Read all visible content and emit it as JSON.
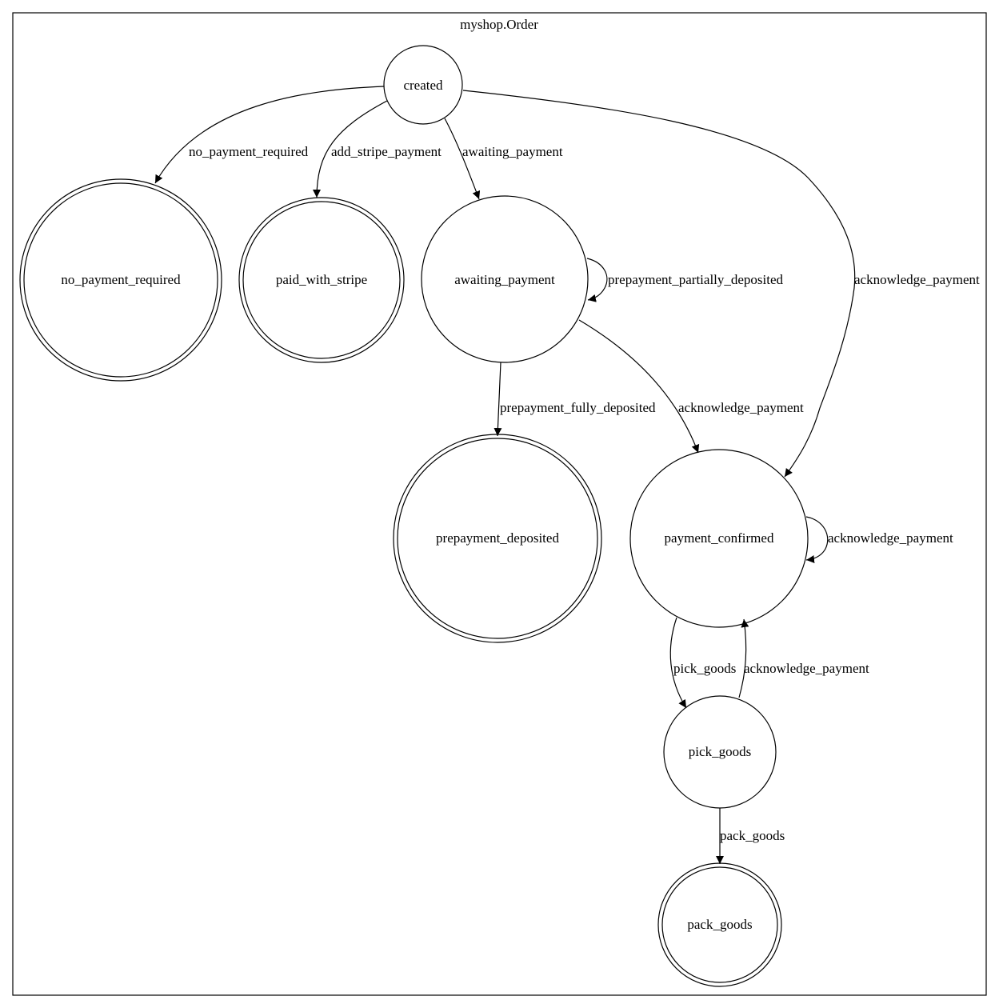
{
  "diagram": {
    "title": "myshop.Order",
    "nodes": {
      "created": "created",
      "no_payment_required": "no_payment_required",
      "paid_with_stripe": "paid_with_stripe",
      "awaiting_payment": "awaiting_payment",
      "prepayment_deposited": "prepayment_deposited",
      "payment_confirmed": "payment_confirmed",
      "pick_goods": "pick_goods",
      "pack_goods": "pack_goods"
    },
    "edges": {
      "created_no_payment_required": "no_payment_required",
      "created_paid_with_stripe": "add_stripe_payment",
      "created_awaiting_payment": "awaiting_payment",
      "created_payment_confirmed": "acknowledge_payment",
      "awaiting_self": "prepayment_partially_deposited",
      "awaiting_prepayment_deposited": "prepayment_fully_deposited",
      "awaiting_payment_confirmed": "acknowledge_payment",
      "payment_confirmed_self": "acknowledge_payment",
      "payment_confirmed_pick_goods": "pick_goods",
      "pick_goods_payment_confirmed": "acknowledge_payment",
      "pick_goods_pack_goods": "pack_goods"
    }
  }
}
